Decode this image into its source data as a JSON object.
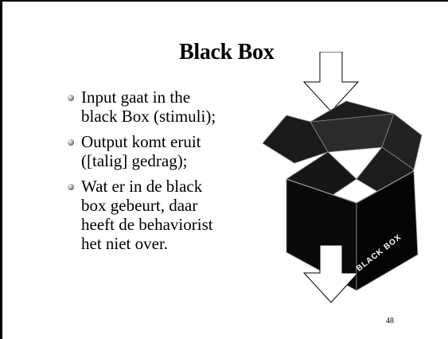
{
  "slide": {
    "title": "Black Box",
    "bullets": [
      {
        "lines": [
          "Input gaat in the",
          "black Box (stimuli);"
        ]
      },
      {
        "lines": [
          "Output komt eruit",
          "([talig] gedrag);"
        ]
      },
      {
        "lines": [
          "Wat er in de black",
          "box gebeurt, daar",
          "heeft de behaviorist",
          "het niet over."
        ]
      }
    ],
    "box_label": "BLACK BOX",
    "page_number": "48"
  },
  "colors": {
    "box_dark": "#0a0a0a",
    "box_mid": "#1c1c1c",
    "box_flap": "#2b2b2b",
    "arrow_fill": "#ffffff"
  },
  "icons": {
    "bullet": "sphere-bullet-icon",
    "input_arrow": "arrow-down-icon",
    "output_arrow": "arrow-down-icon"
  }
}
